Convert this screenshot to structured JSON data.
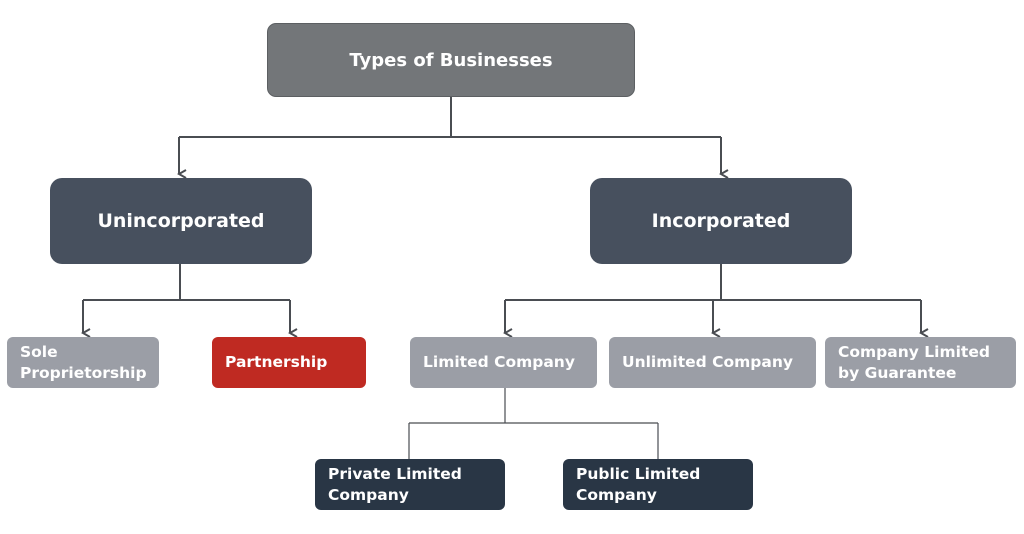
{
  "diagram": {
    "root": {
      "label": "Types of Businesses"
    },
    "unincorporated": {
      "label": "Unincorporated"
    },
    "incorporated": {
      "label": "Incorporated"
    },
    "sole": {
      "label": "Sole Proprietorship"
    },
    "partnership": {
      "label": "Partnership",
      "color": "#bf2a22"
    },
    "limited": {
      "label": "Limited Company"
    },
    "unlimited": {
      "label": "Unlimited Company"
    },
    "guarantee": {
      "label": "Company Limited by Guarantee"
    },
    "private": {
      "label": "Private Limited Company"
    },
    "public": {
      "label": "Public Limited Company"
    }
  },
  "colors": {
    "root": "#737679",
    "category": "#47505e",
    "type": "#9b9ea6",
    "highlight": "#bf2a22",
    "subtype": "#293645",
    "connector": "#4a4d52"
  }
}
